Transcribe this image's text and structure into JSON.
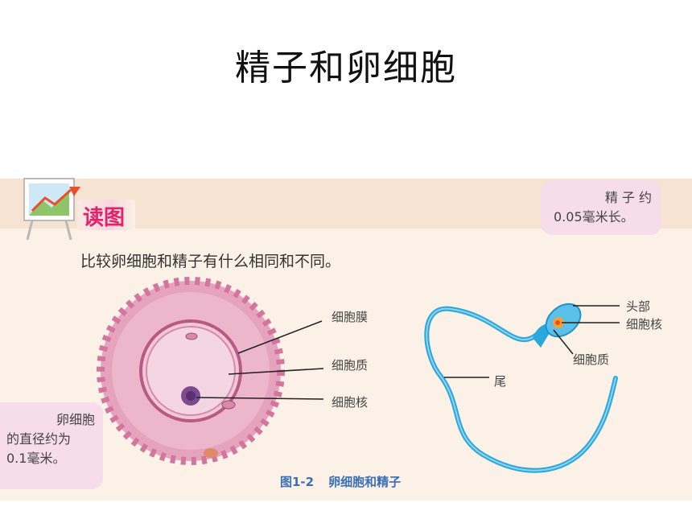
{
  "title": "精子和卵细胞",
  "badge": "读图",
  "question": "比较卵细胞和精子有什么相同和不同。",
  "sperm_note": {
    "line1": "精 子 约",
    "line2": "0.05毫米长。"
  },
  "egg_note": {
    "line1": "卵细胞",
    "line2": "的直径约为",
    "line3": "0.1毫米。"
  },
  "egg_labels": {
    "membrane": "细胞膜",
    "cytoplasm": "细胞质",
    "nucleus": "细胞核"
  },
  "sperm_labels": {
    "head": "头部",
    "nucleus": "细胞核",
    "cytoplasm": "细胞质",
    "tail": "尾"
  },
  "figure": {
    "number": "图1-2",
    "caption": "卵细胞和精子"
  },
  "colors": {
    "badge": "#e2236b",
    "caption": "#3a6fb5",
    "egg": "#d9789e",
    "sperm": "#2aa7dc"
  }
}
